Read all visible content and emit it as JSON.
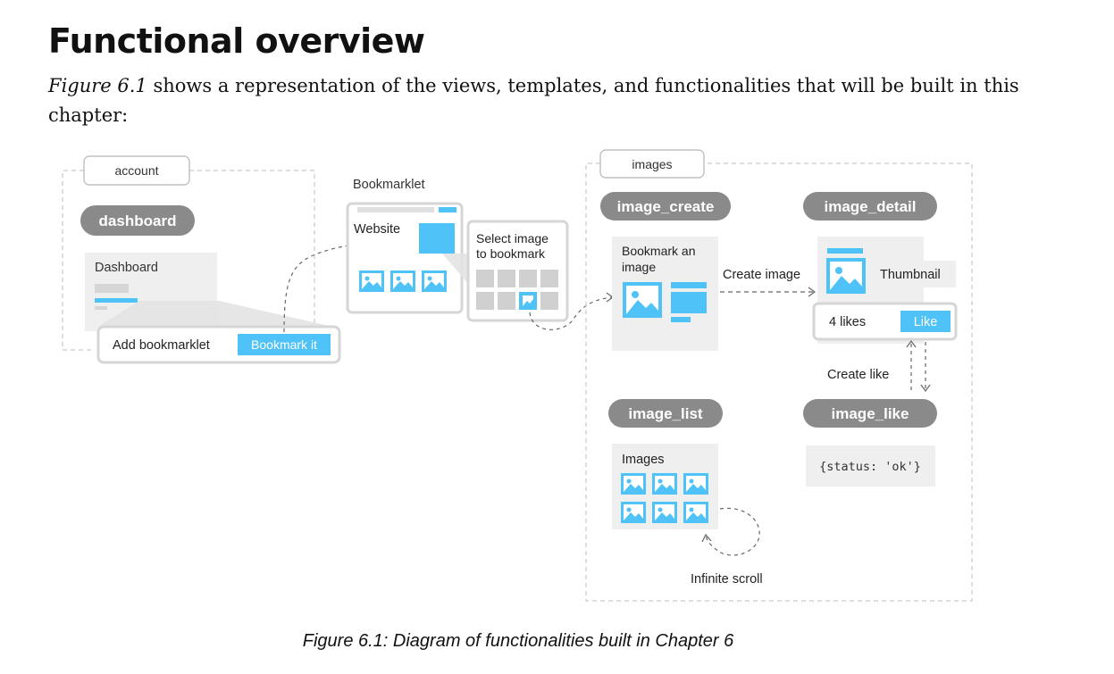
{
  "page": {
    "heading": "Functional overview",
    "intro_ref": "Figure 6.1",
    "intro_text": " shows a representation of the views, templates, and functionalities that will be built in this chapter:",
    "caption": "Figure 6.1: Diagram of functionalities built in Chapter 6"
  },
  "diagram": {
    "account_group_label": "account",
    "dashboard_view": "dashboard",
    "dashboard_title": "Dashboard",
    "add_bookmarklet_label": "Add bookmarklet",
    "bookmark_it_button": "Bookmark it",
    "bookmarklet_label": "Bookmarklet",
    "website_label": "Website",
    "select_image_line1": "Select image",
    "select_image_line2": "to bookmark",
    "images_group_label": "images",
    "image_create_view": "image_create",
    "bookmark_image_line1": "Bookmark an",
    "bookmark_image_line2": "image",
    "create_image_label": "Create image",
    "image_detail_view": "image_detail",
    "thumbnail_label": "Thumbnail",
    "likes_count": "4 likes",
    "like_button": "Like",
    "create_like_label": "Create like",
    "image_list_view": "image_list",
    "images_list_title": "Images",
    "infinite_scroll_label": "Infinite scroll",
    "image_like_view": "image_like",
    "json_response": "{status: 'ok'}"
  },
  "colors": {
    "accent_blue": "#4fc3f7",
    "pill_gray": "#8a8a8a",
    "panel_gray": "#efefef",
    "border_gray": "#d6d6d6"
  }
}
